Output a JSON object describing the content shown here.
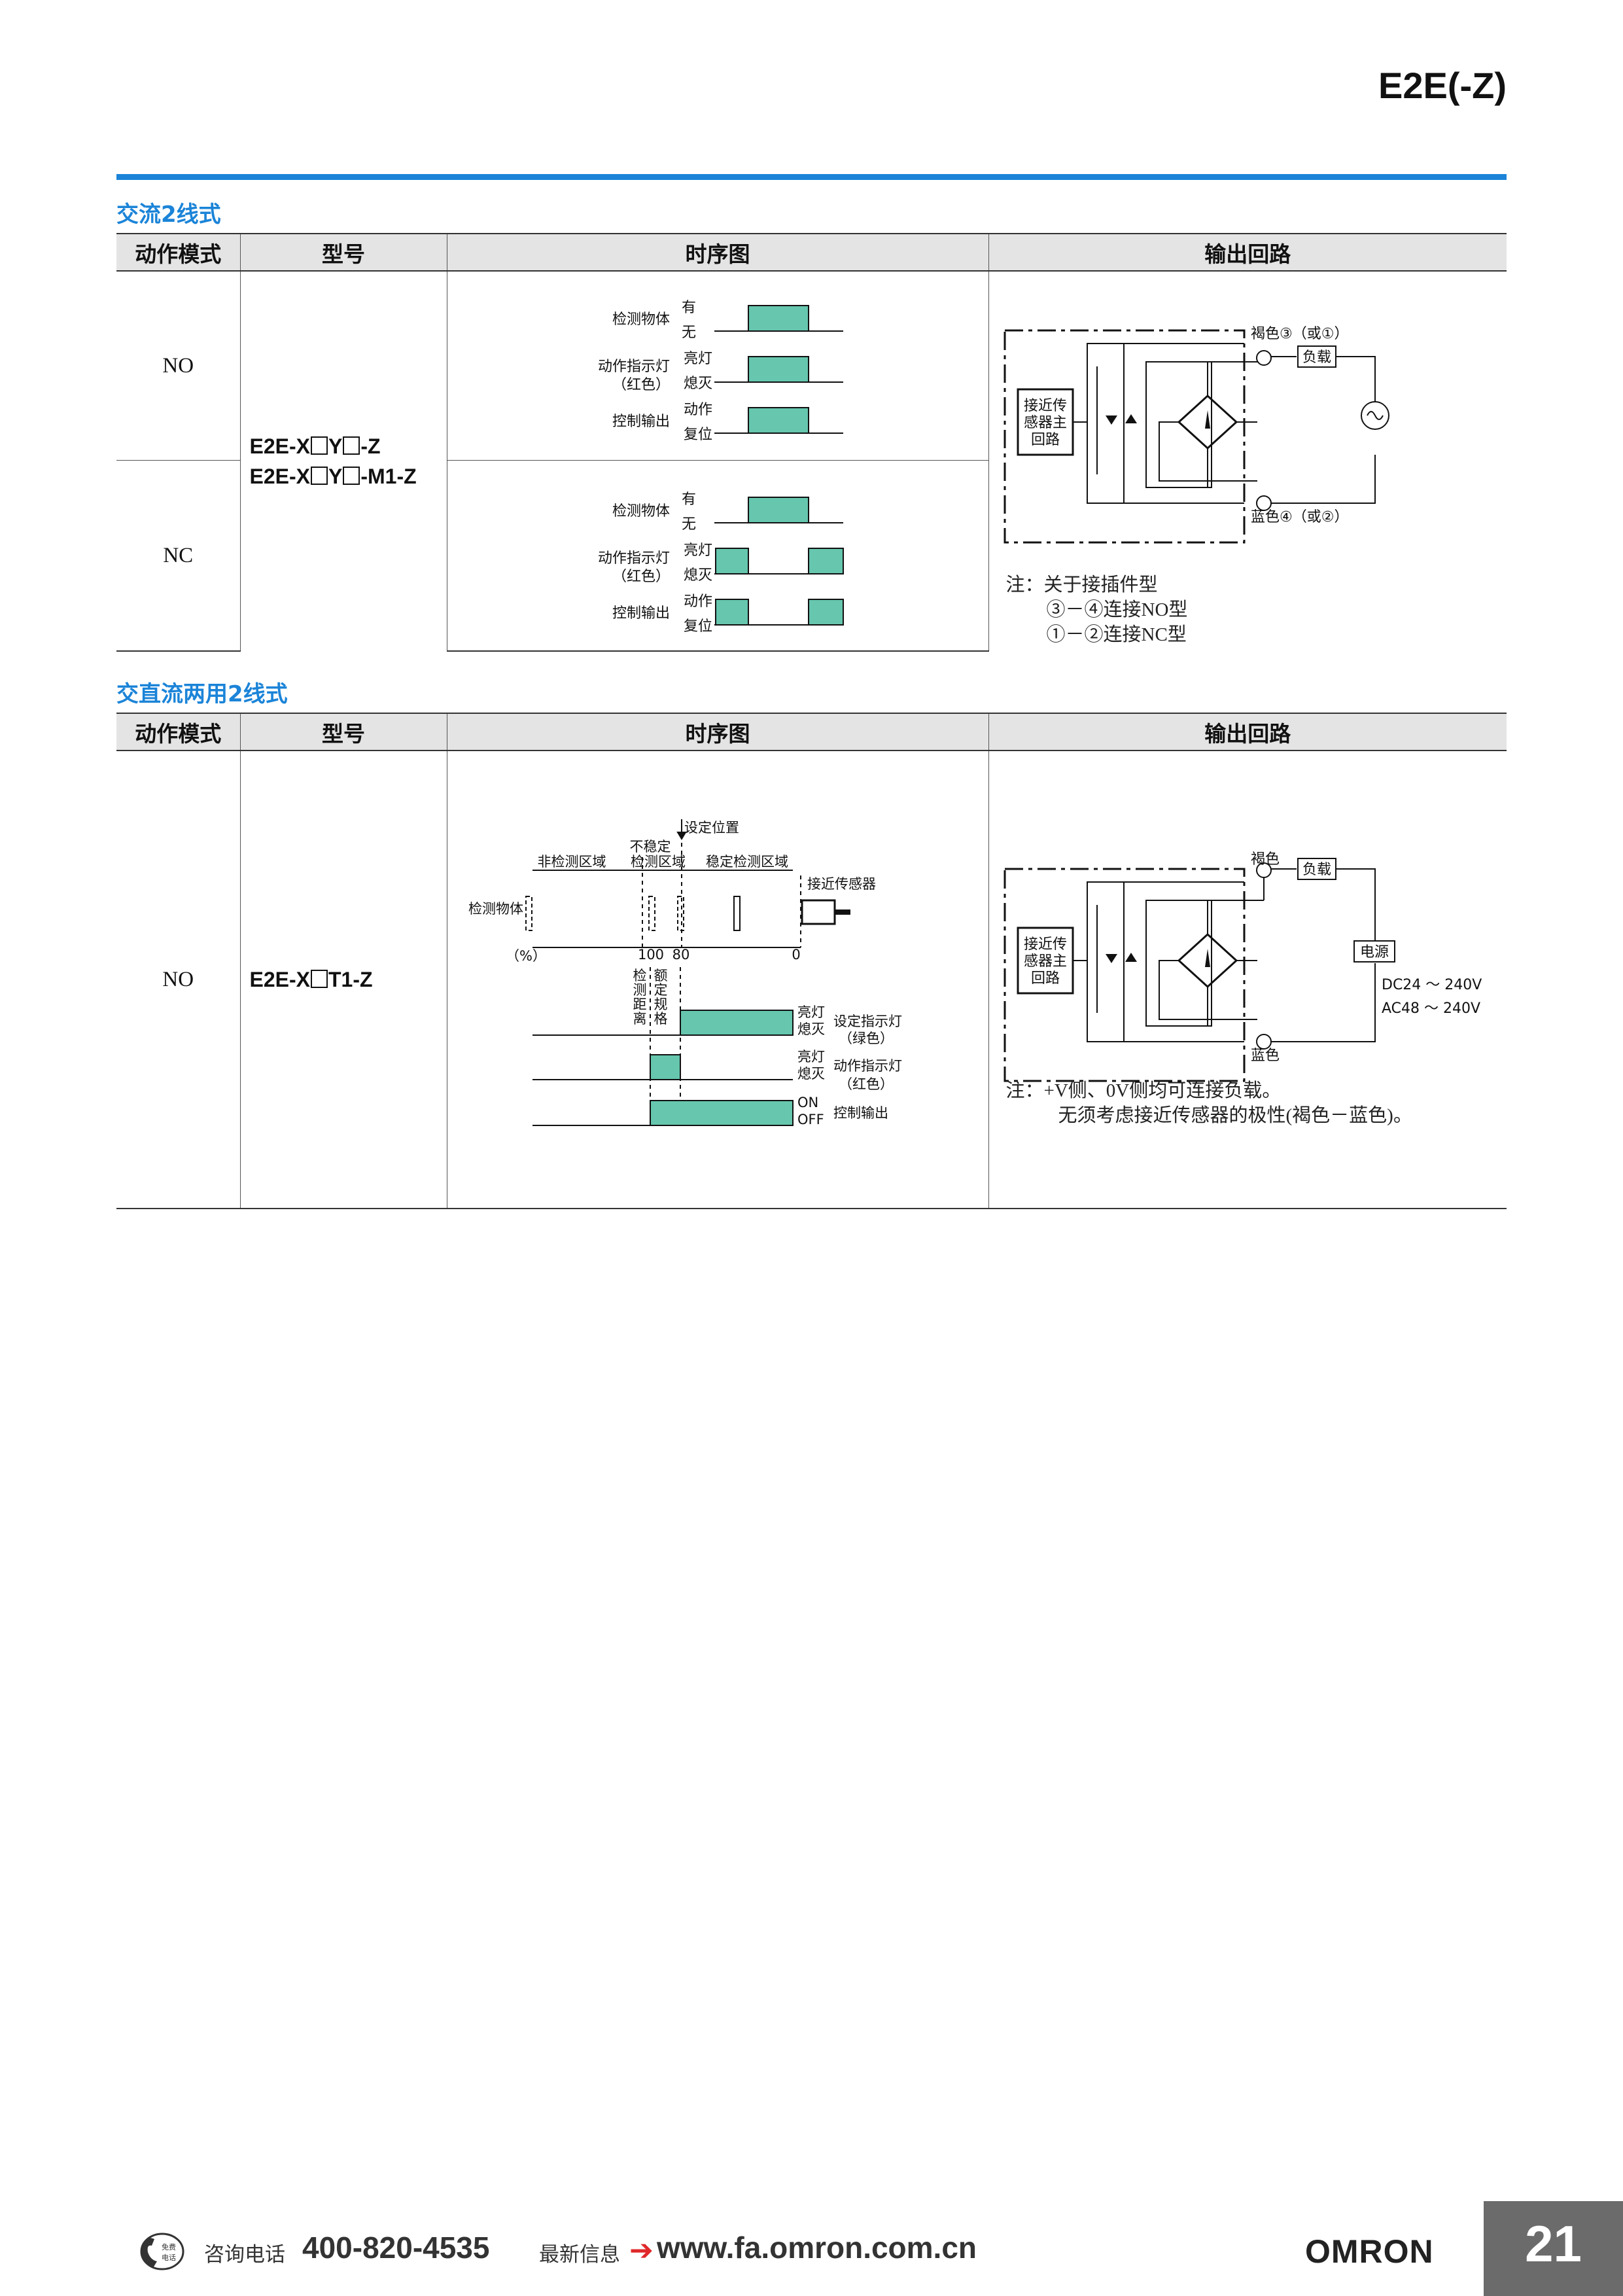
{
  "header": {
    "title": "E2E(-Z)"
  },
  "colors": {
    "accent": "#1b84d8",
    "pulse": "#66c6ae"
  },
  "section1": {
    "title": "交流2线式",
    "columns": [
      "动作模式",
      "型号",
      "时序图",
      "输出回路"
    ],
    "mode_no": "NO",
    "mode_nc": "NC",
    "model_line1_a": "E2E-X",
    "model_line1_b": "Y",
    "model_line1_c": "-Z",
    "model_line2_a": "E2E-X",
    "model_line2_b": "Y",
    "model_line2_c": "-M1-Z",
    "timing": {
      "row1_label": "检测物体",
      "row1_hi": "有",
      "row1_lo": "无",
      "row2_label": "动作指示灯",
      "row2_sub": "（红色）",
      "row2_hi": "亮灯",
      "row2_lo": "熄灭",
      "row3_label": "控制输出",
      "row3_hi": "动作",
      "row3_lo": "复位"
    },
    "circuit": {
      "inner_box": [
        "接近传",
        "感器主",
        "回路"
      ],
      "brown": "褐色③（或①）",
      "blue": "蓝色④（或②）",
      "load": "负载"
    },
    "note": [
      "注：关于接插件型",
      "③－④连接NO型",
      "①－②连接NC型"
    ]
  },
  "section2": {
    "title": "交直流两用2线式",
    "columns": [
      "动作模式",
      "型号",
      "时序图",
      "输出回路"
    ],
    "mode_no": "NO",
    "model_a": "E2E-X",
    "model_b": "T1-Z",
    "timing": {
      "set_pos": "设定位置",
      "unstable_1": "不稳定",
      "unstable_2": "检测区域",
      "non_detect": "非检测区域",
      "stable": "稳定检测区域",
      "sensor": "接近传感器",
      "object": "检测物体",
      "percent": "（%）",
      "tick_100": "100",
      "tick_80": "80",
      "tick_0": "0",
      "dist_col1": [
        "检",
        "测",
        "距",
        "离"
      ],
      "dist_col2": [
        "额",
        "定",
        "规",
        "格"
      ],
      "on_label": "亮灯",
      "off_label": "熄灭",
      "setind": "设定指示灯",
      "setind_sub": "（绿色）",
      "actind": "动作指示灯",
      "actind_sub": "（红色）",
      "out_on": "ON",
      "out_off": "OFF",
      "out_label": "控制输出"
    },
    "circuit": {
      "inner_box": [
        "接近传",
        "感器主",
        "回路"
      ],
      "brown": "褐色",
      "blue": "蓝色",
      "load": "负载",
      "power": "电源",
      "dc": "DC24 ～ 240V",
      "ac": "AC48 ～ 240V"
    },
    "note": [
      "注：+V侧、0V侧均可连接负载。",
      "无须考虑接近传感器的极性(褐色－蓝色)。"
    ]
  },
  "footer": {
    "phone_label": "咨询电话",
    "phone": "400-820-4535",
    "news_label": "最新信息",
    "url": "www.fa.omron.com.cn",
    "brand": "OMRON",
    "page": "21",
    "badge_1": "免费",
    "badge_2": "电话"
  }
}
